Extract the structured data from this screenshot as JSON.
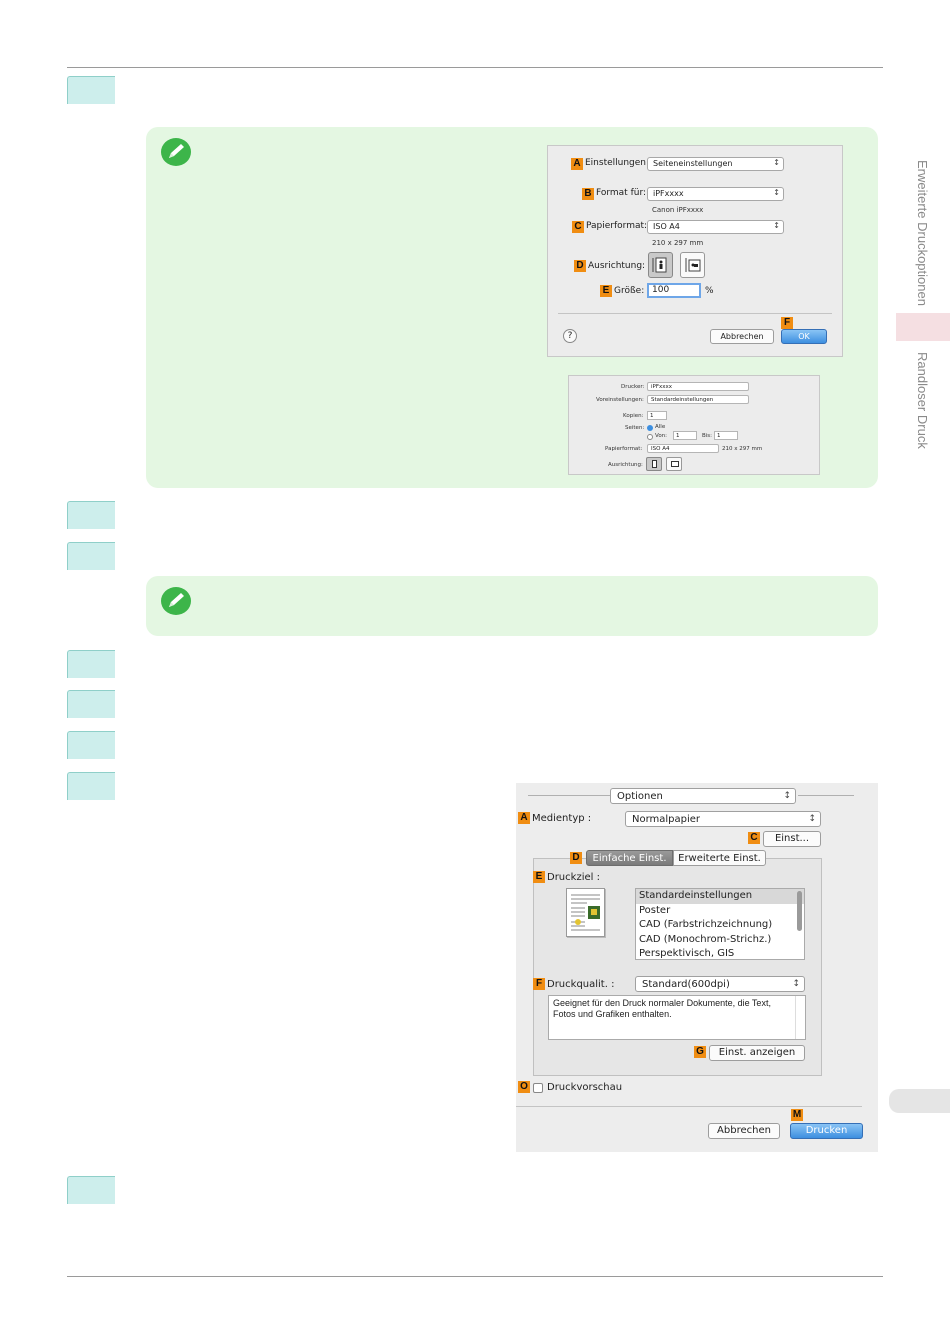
{
  "side_tabs": {
    "top": "Erweiterte Druckoptionen",
    "bottom": "Randloser Druck"
  },
  "page_setup": {
    "labels": {
      "settings": "Einstellungen:",
      "format_for": "Format für:",
      "paper_size": "Papierformat:",
      "orientation": "Ausrichtung:",
      "scale": "Größe:"
    },
    "settings_value": "Seiteneinstellungen",
    "format_for_value": "iPFxxxx",
    "format_for_sub": "Canon iPFxxxx",
    "paper_size_value": "ISO A4",
    "paper_size_sub": "210 x 297 mm",
    "scale_value": "100",
    "scale_unit": "%",
    "help_label": "?",
    "cancel_label": "Abbrechen",
    "ok_label": "OK",
    "keys": {
      "a": "A",
      "b": "B",
      "c": "C",
      "d": "D",
      "e": "E",
      "f": "F"
    }
  },
  "print_small": {
    "printer_label": "Drucker:",
    "printer_value": "iPFxxxx",
    "presets_label": "Voreinstellungen:",
    "presets_value": "Standardeinstellungen",
    "copies_label": "Kopien:",
    "copies_value": "1",
    "pages_label": "Seiten:",
    "pages_all": "Alle",
    "pages_from": "Von:",
    "from_value": "1",
    "to_label": "Bis:",
    "to_value": "1",
    "paper_label": "Papierformat:",
    "paper_value": "ISO A4",
    "paper_sub": "210 x 297 mm",
    "orientation_label": "Ausrichtung:"
  },
  "print_dialog": {
    "options_popup": "Optionen",
    "media_label": "Medientyp :",
    "media_value": "Normalpapier",
    "settings_button": "Einst...",
    "tab_simple": "Einfache Einst.",
    "tab_advanced": "Erweiterte Einst.",
    "target_label": "Druckziel :",
    "target_items": [
      "Standardeinstellungen",
      "Poster",
      "CAD (Farbstrichzeichnung)",
      "CAD (Monochrom-Strichz.)",
      "Perspektivisch, GIS"
    ],
    "quality_label": "Druckqualit. :",
    "quality_value": "Standard(600dpi)",
    "description": "Geeignet für den Druck normaler Dokumente, die Text, Fotos und Grafiken enthalten.",
    "show_settings_button": "Einst. anzeigen",
    "preview_label": "Druckvorschau",
    "cancel_label": "Abbrechen",
    "print_label": "Drucken",
    "keys": {
      "a": "A",
      "c": "C",
      "d": "D",
      "e": "E",
      "f": "F",
      "g": "G",
      "o": "O",
      "m": "M"
    }
  }
}
